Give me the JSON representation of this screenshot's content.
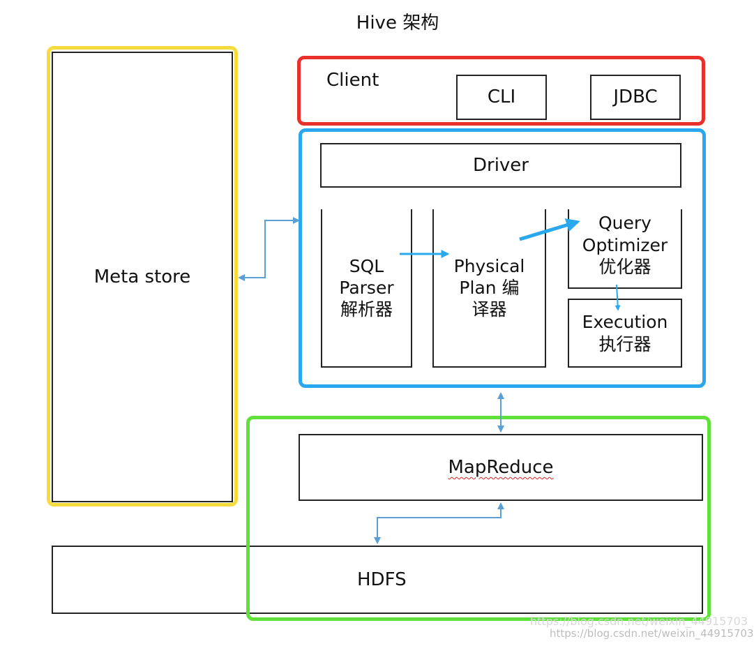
{
  "title": "Hive 架构",
  "metastore": {
    "label": "Meta store"
  },
  "client": {
    "label": "Client",
    "cli": "CLI",
    "jdbc": "JDBC"
  },
  "driver": {
    "label": "Driver",
    "sql_parser": [
      "SQL",
      "Parser",
      "解析器"
    ],
    "physical_plan": [
      "Physical",
      "Plan 编",
      "译器"
    ],
    "query_optimizer": [
      "Query",
      "Optimizer",
      "优化器"
    ],
    "execution": [
      "Execution",
      "执行器"
    ]
  },
  "mapreduce": {
    "label": "MapReduce"
  },
  "hdfs": {
    "label": "HDFS"
  },
  "watermark": "https://blog.csdn.net/weixin_44915703",
  "colors": {
    "metastore_frame": "#f5dc3c",
    "client_frame": "#e8312a",
    "driver_frame": "#2aa8ef",
    "storage_frame": "#5fe03a",
    "arrow": "#5a9fd6",
    "arrow_bright": "#29a8ee"
  }
}
